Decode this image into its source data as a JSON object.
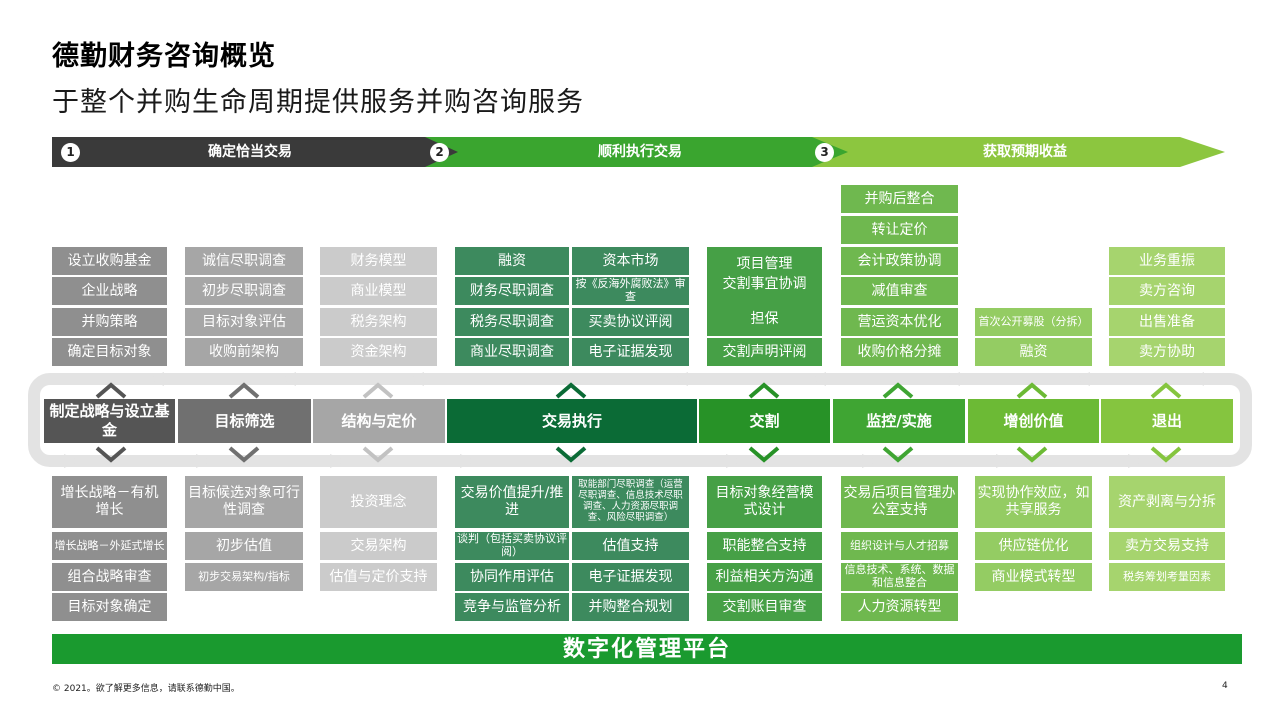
{
  "title": "德勤财务咨询概览",
  "subtitle": "于整个并购生命周期提供服务并购咨询服务",
  "phases": [
    {
      "num": "1",
      "label": "确定恰当交易"
    },
    {
      "num": "2",
      "label": "顺利执行交易"
    },
    {
      "num": "3",
      "label": "获取预期收益"
    }
  ],
  "columns": [
    {
      "stage": "制定战略与设立基金",
      "top": [
        "设立收购基金",
        "企业战略",
        "并购策略",
        "确定目标对象"
      ],
      "bottom": [
        "增长战略－有机增长",
        "增长战略－外延式增长",
        "组合战略审查",
        "目标对象确定"
      ]
    },
    {
      "stage": "目标筛选",
      "top": [
        "诚信尽职调查",
        "初步尽职调查",
        "目标对象评估",
        "收购前架构"
      ],
      "bottom": [
        "目标候选对象可行性调查",
        "初步估值",
        "初步交易架构/指标"
      ]
    },
    {
      "stage": "结构与定价",
      "top": [
        "财务模型",
        "商业模型",
        "税务架构",
        "资金架构"
      ],
      "bottom": [
        "投资理念",
        "交易架构",
        "估值与定价支持"
      ]
    },
    {
      "stage": "交易执行",
      "top_left": [
        "融资",
        "财务尽职调查",
        "税务尽职调查",
        "商业尽职调查"
      ],
      "top_right": [
        "资本市场",
        "按《反海外腐败法》审查",
        "买卖协议评阅",
        "电子证据发现"
      ],
      "bottom_left": [
        "交易价值提升/推进",
        "谈判（包括买卖协议评阅）",
        "协同作用评估",
        "竞争与监管分析"
      ],
      "bottom_right": [
        "取能部门尽职调查（运营尽职调查、信息技术尽职调查、人力资源尽职调查、风险尽职调查）",
        "估值支持",
        "电子证据发现",
        "并购整合规划"
      ]
    },
    {
      "stage": "交割",
      "top": [
        "项目管理",
        "交割事宜协调",
        "担保",
        "交割声明评阅"
      ],
      "bottom": [
        "目标对象经营模式设计",
        "职能整合支持",
        "利益相关方沟通",
        "交割账目审查"
      ]
    },
    {
      "stage": "监控/实施",
      "top": [
        "并购后整合",
        "转让定价",
        "会计政策协调",
        "减值审查",
        "营运资本优化",
        "收购价格分摊"
      ],
      "bottom": [
        "交易后项目管理办公室支持",
        "组织设计与人才招募",
        "信息技术、系统、数据和信息整合",
        "人力资源转型"
      ]
    },
    {
      "stage": "增创价值",
      "top": [
        "首次公开募股（分拆）",
        "融资"
      ],
      "bottom": [
        "实现协作效应，如共享服务",
        "供应链优化",
        "商业模式转型"
      ]
    },
    {
      "stage": "退出",
      "top": [
        "业务重振",
        "卖方咨询",
        "出售准备",
        "卖方协助"
      ],
      "bottom": [
        "资产剥离与分拆",
        "卖方交易支持",
        "税务筹划考量因素"
      ]
    }
  ],
  "platform": "数字化管理平台",
  "footer": "© 2021。欲了解更多信息，请联系德勤中国。",
  "page_number": "4",
  "colors": {
    "phase1": "#3a3a3a",
    "phase2": "#3aa52f",
    "phase3": "#8cc63f",
    "col1_stage": "#555555",
    "col2_stage": "#707070",
    "col3_stage": "#a6a6a6",
    "col1_cell": "#8f8f8f",
    "col2_cell": "#a6a6a6",
    "col3_cell": "#cbcbcb",
    "col4_stage": "#0b6b36",
    "col4_cell": "#3d8a5e",
    "col5_stage": "#279227",
    "col5_cell": "#46a046",
    "col6_stage": "#3fa533",
    "col6_cell": "#6fb84f",
    "col7_stage": "#6cba35",
    "col7_cell": "#94cc63",
    "col8_stage": "#85c53f",
    "col8_cell": "#a6d46e",
    "platform": "#1a9a2f"
  }
}
